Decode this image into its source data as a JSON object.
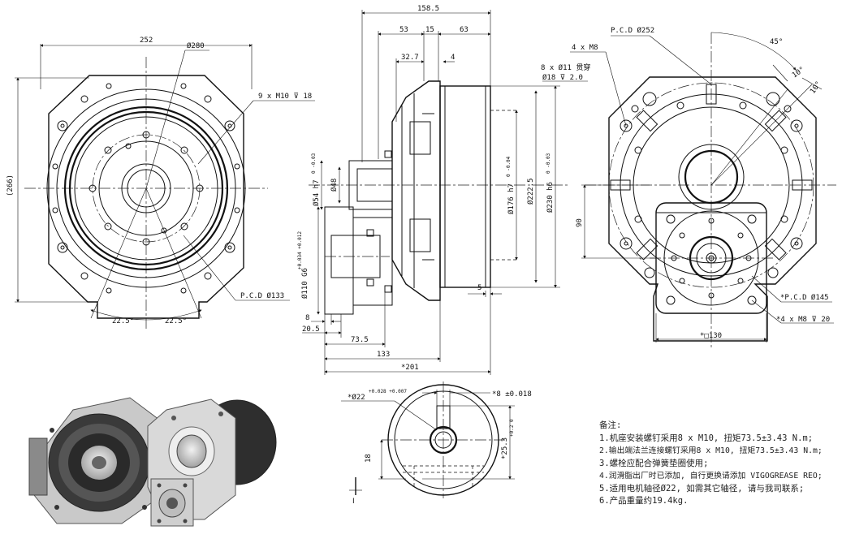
{
  "dimensions": {
    "front_width": "252",
    "front_height": "(266)",
    "flange_dia": "Ø280",
    "flange_bolts": "9 x M10 ⊽ 18",
    "pcd_133": "P.C.D Ø133",
    "angle_left": "22.5°",
    "angle_right": "22.5°",
    "overall_length": "158.5",
    "len_53": "53",
    "len_15": "15",
    "len_63": "63",
    "len_32_7": "32.7",
    "len_4": "4",
    "bore_54": "Ø54 h7",
    "bore_54_tol": "0 -0.03",
    "bore_48": "Ø48",
    "pilot_110": "Ø110 G6",
    "pilot_110_tol": "+0.034 +0.012",
    "dia_176": "Ø176 h7",
    "dia_176_tol": "0 -0.04",
    "dia_222": "Ø222.5",
    "dia_230": "Ø230 h6",
    "dia_230_tol": "0 -0.03",
    "thru_holes": "8 x Ø11 贯穿",
    "counterbore": "Ø18 ⊽ 2.0",
    "len_5": "5",
    "len_8": "8",
    "len_20_5": "20.5",
    "len_73_5": "73.5",
    "len_133": "133",
    "len_201": "*201",
    "pcd_252": "P.C.D Ø252",
    "m8_top": "4 x M8",
    "angle_45": "45°",
    "angle_10a": "10°",
    "angle_10b": "10°",
    "height_90": "90",
    "pcd_145": "*P.C.D Ø145",
    "m8_bottom": "*4 x M8 ⊽ 20",
    "square_130": "*□130",
    "shaft_22": "*Ø22",
    "shaft_22_tol": "+0.028 +0.007",
    "key_8": "*8 ±0.018",
    "key_25_3": "*25.3",
    "key_25_3_tol": "+0.2 0",
    "len_18": "18",
    "section_label": "Ⅰ"
  },
  "notes": {
    "heading": "备注:",
    "items": [
      "1.机座安装螺钉采用8 x M10, 扭矩73.5±3.43 N.m;",
      "2.输出端法兰连接螺钉采用8 x M10, 扭矩73.5±3.43 N.m;",
      "3.螺栓应配合弹簧垫圈使用;",
      "4.润滑脂出厂时已添加, 自行更换请添加 VIGOGREASE REO;",
      "5.适用电机轴径Ø22, 如需其它轴径, 请与我司联系;",
      "6.产品重量约19.4kg."
    ]
  },
  "colors": {
    "line": "#111111",
    "background": "#ffffff",
    "render_dark": "#3a3a3a",
    "render_metal": "#bfbfbf"
  }
}
